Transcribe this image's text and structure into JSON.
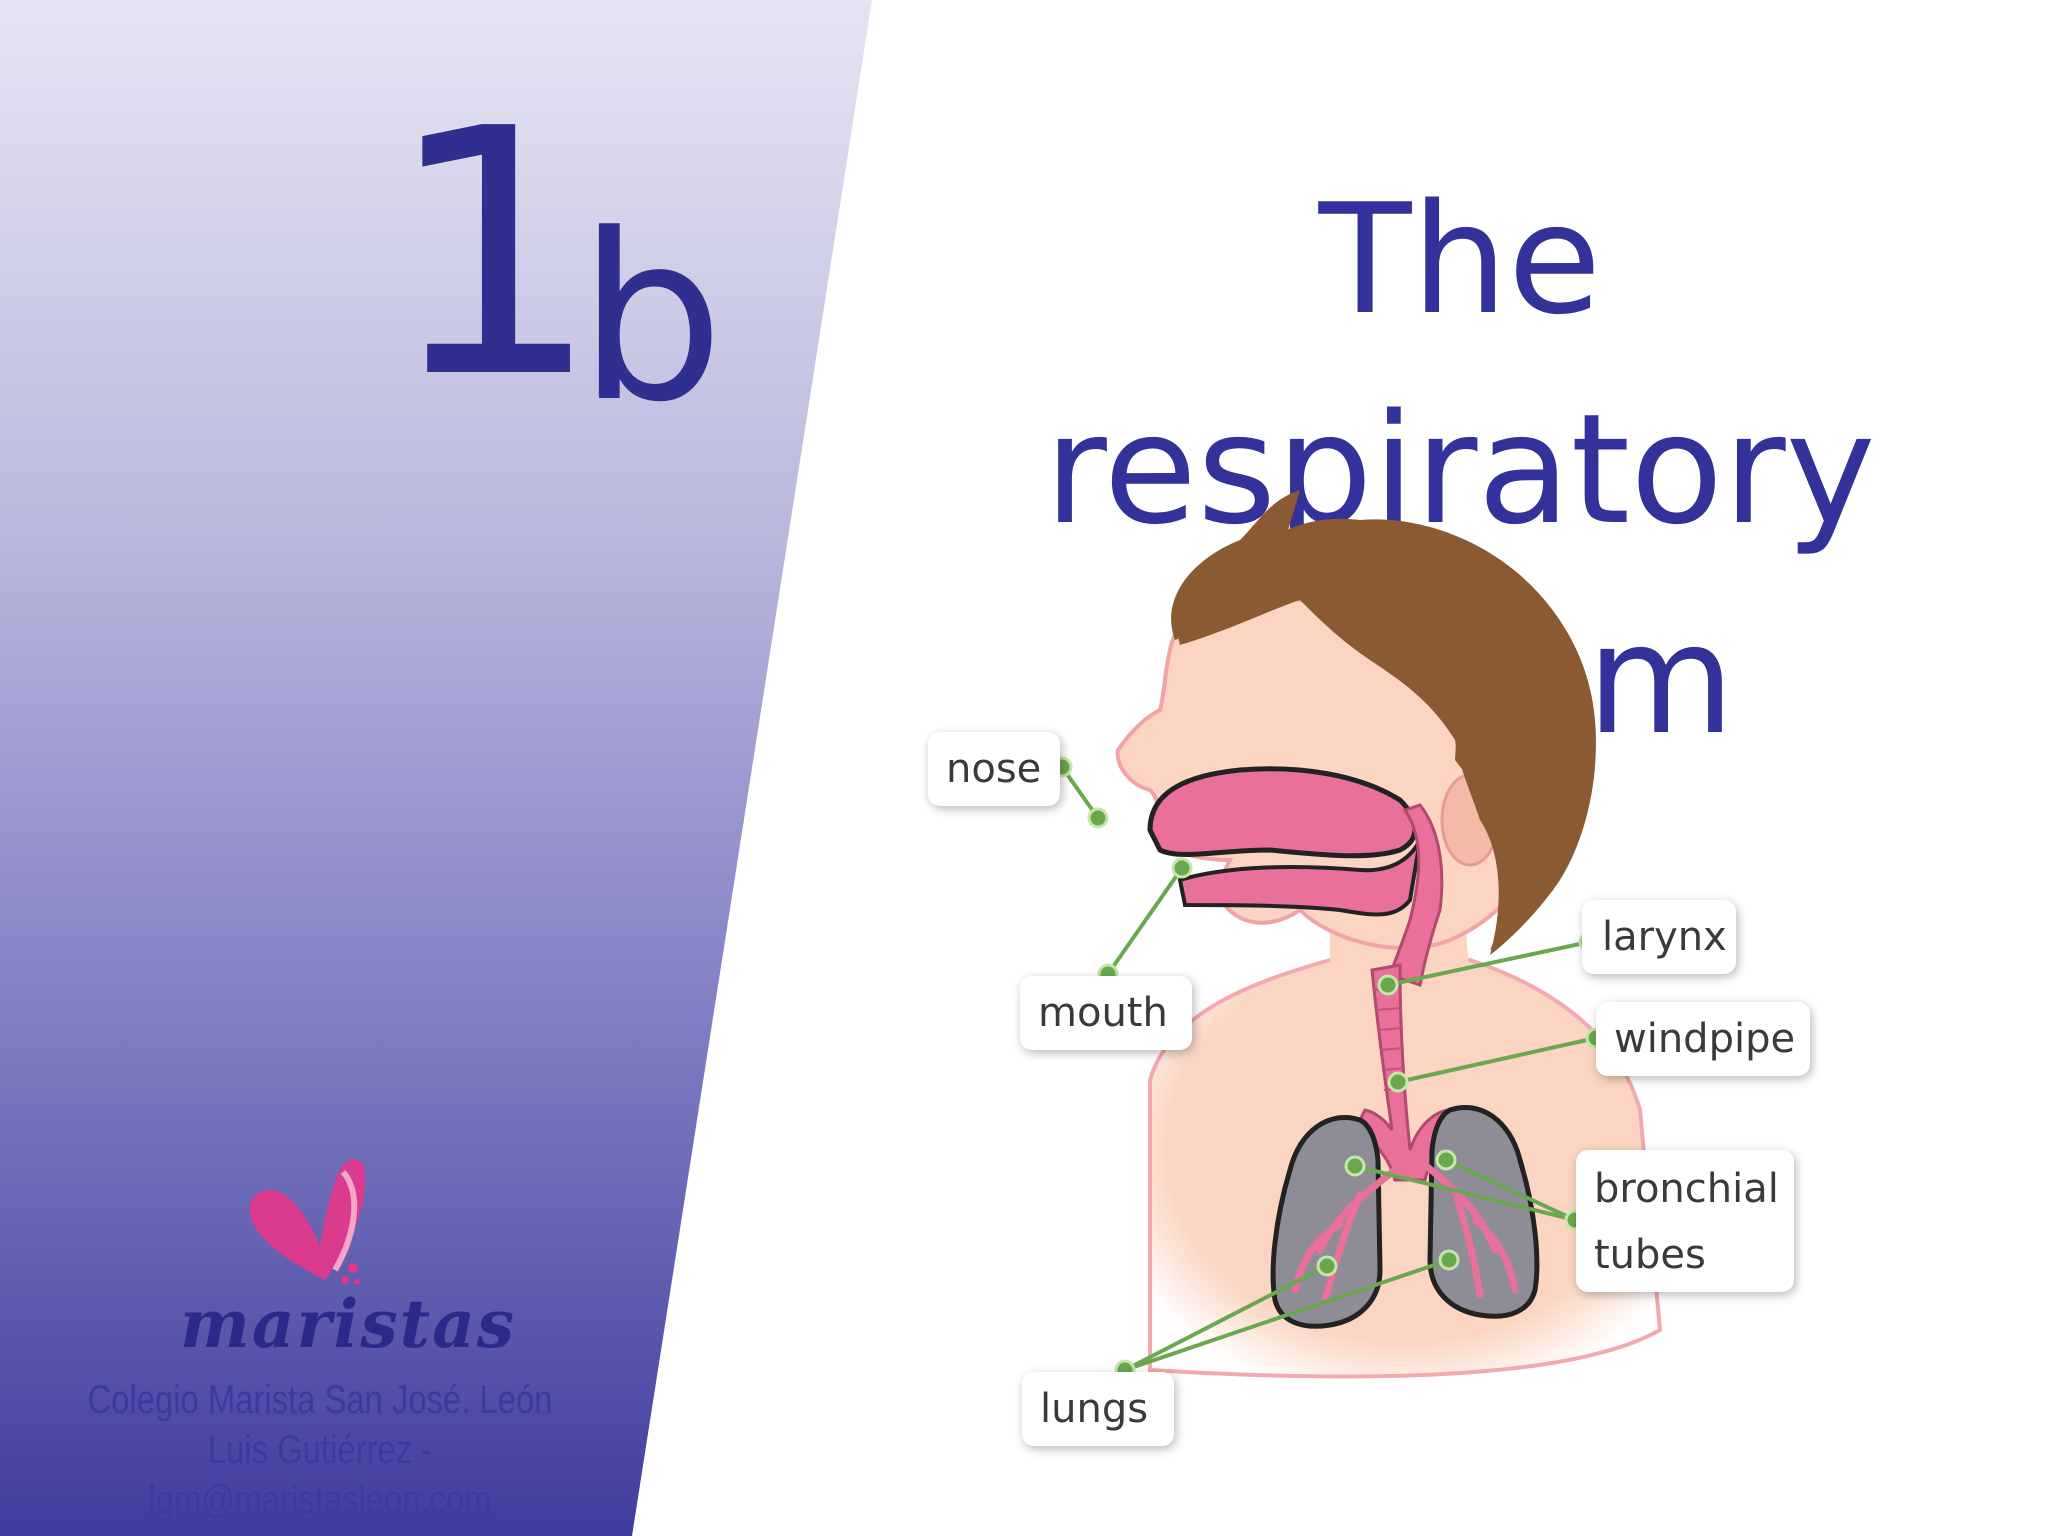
{
  "slide": {
    "chapter_number": "1",
    "chapter_letter": "b",
    "title_line1": "The respiratory",
    "title_line2": "system"
  },
  "diagram_labels": {
    "nose": "nose",
    "mouth": "mouth",
    "larynx": "larynx",
    "windpipe": "windpipe",
    "bronchial_line1": "bronchial",
    "bronchial_line2": "tubes",
    "lungs": "lungs"
  },
  "footer": {
    "logo_text": "maristas",
    "school": "Colegio Marista San José. León",
    "author": "Luis Gutiérrez - lgm@maristasleon.com"
  },
  "colors": {
    "panel_top": "#e6e5f3",
    "panel_bottom": "#3f3d9c",
    "title": "#32329a",
    "leader_line": "#6aa84f",
    "hair": "#8a5a32",
    "skin": "#fbd5c2",
    "airway": "#e8709a",
    "lung": "#8e8c96"
  }
}
